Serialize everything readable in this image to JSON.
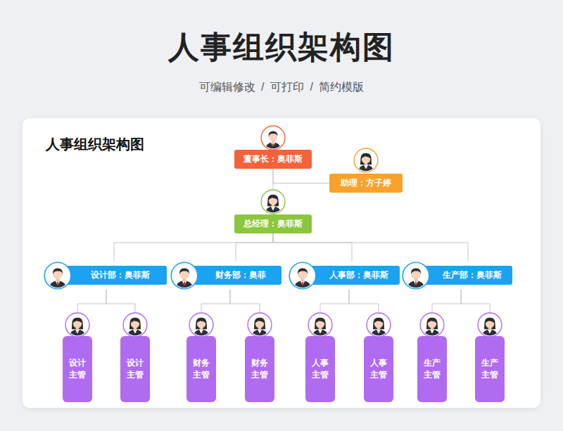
{
  "diagram": {
    "title": "人事组织架构图",
    "nodes": [
      {
        "text": [
          "董事长：奥菲斯"
        ]
      },
      {
        "text": [
          "助理：方子婷"
        ]
      },
      {
        "text": [
          "总经理：奥菲斯"
        ]
      },
      {
        "text": [
          "设计部：奥菲斯"
        ]
      },
      {
        "text": [
          "财务部：奥菲"
        ]
      },
      {
        "text": [
          "人事部：奥菲斯"
        ]
      },
      {
        "text": [
          "生产部：奥菲斯"
        ]
      },
      {
        "text": [
          "设计 主管"
        ]
      },
      {
        "text": [
          "设计 主管"
        ]
      },
      {
        "text": [
          "财务 主管"
        ]
      },
      {
        "text": [
          "财务 主管"
        ]
      },
      {
        "text": [
          "人事 主管"
        ]
      },
      {
        "text": [
          "人事 主管"
        ]
      },
      {
        "text": [
          "生产 主管"
        ]
      },
      {
        "text": [
          "生产 主管"
        ]
      }
    ],
    "edges": [
      {
        "from": 0,
        "to": 1,
        "arrow": "none"
      },
      {
        "from": 0,
        "to": 2,
        "arrow": "none"
      },
      {
        "from": 2,
        "to": 3,
        "arrow": "none"
      },
      {
        "from": 2,
        "to": 4,
        "arrow": "none"
      },
      {
        "from": 2,
        "to": 5,
        "arrow": "none"
      },
      {
        "from": 2,
        "to": 6,
        "arrow": "none"
      },
      {
        "from": 3,
        "to": 7,
        "arrow": "none"
      },
      {
        "from": 3,
        "to": 8,
        "arrow": "none"
      },
      {
        "from": 4,
        "to": 9,
        "arrow": "none"
      },
      {
        "from": 4,
        "to": 10,
        "arrow": "none"
      },
      {
        "from": 5,
        "to": 11,
        "arrow": "none"
      },
      {
        "from": 5,
        "to": 12,
        "arrow": "none"
      },
      {
        "from": 6,
        "to": 13,
        "arrow": "none"
      },
      {
        "from": 6,
        "to": 14,
        "arrow": "none"
      }
    ],
    "labels": [
      "可编辑修改 / 可打印 / 简约模版",
      "人事组织架构图"
    ]
  }
}
